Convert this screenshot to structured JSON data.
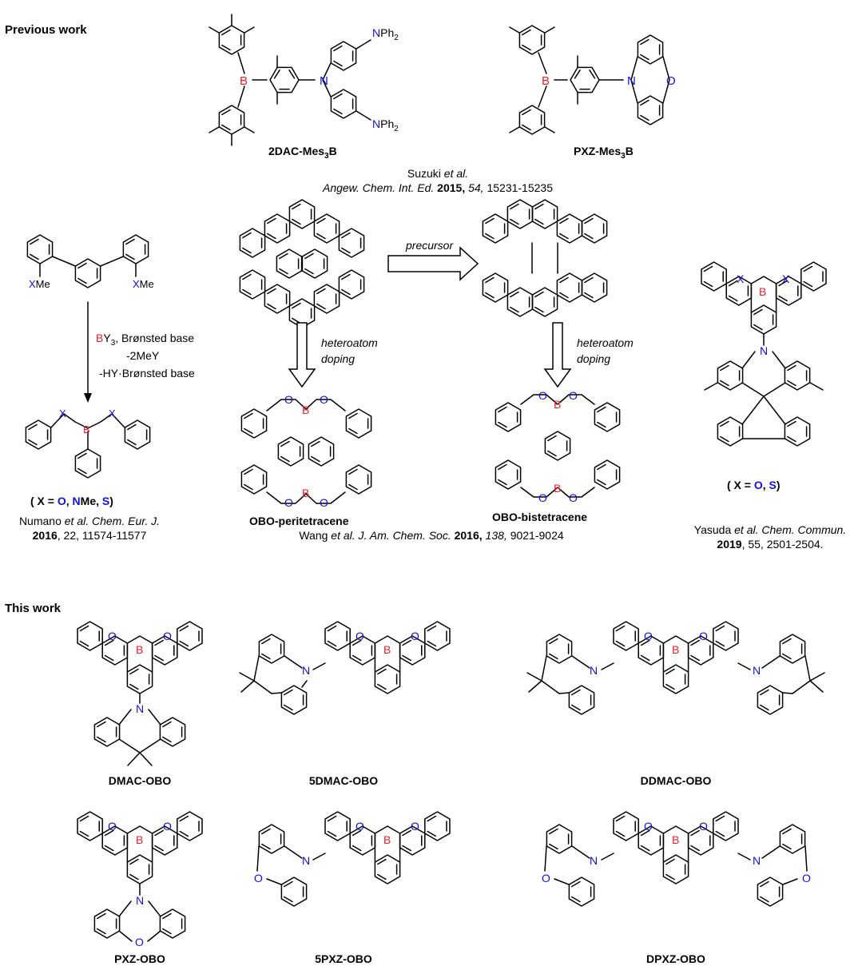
{
  "headings": {
    "previous_work": "Previous work",
    "this_work": "This work"
  },
  "atom_colors": {
    "boron": "#e8202a",
    "heteroatom": "#1010e0",
    "carbon_bond": "#000000"
  },
  "atoms": {
    "B": "B",
    "N": "N",
    "O": "O",
    "X": "X",
    "NPh2": "NPh",
    "sub2": "2",
    "sub3": "3",
    "XMe": "XMe"
  },
  "previous": {
    "compound1": {
      "name": "2DAC-Mes",
      "name_sub": "3",
      "name_tail": "B"
    },
    "compound2": {
      "name": "PXZ-Mes",
      "name_sub": "3",
      "name_tail": "B"
    },
    "ref_suzuki": {
      "authors": "Suzuki",
      "etal": " et al.",
      "journal": "Angew. Chem. Int. Ed.",
      "year": "2015,",
      "volume": "54,",
      "pages": "15231-15235"
    },
    "scheme_left": {
      "reagent_B": "B",
      "reagent_Y3": "Y",
      "reagent_sub": "3",
      "reagent_rest": ", Brønsted base",
      "step2": "-2MeY",
      "step3": "-HY·Brønsted base",
      "x_def_open": "( X = ",
      "x_O": "O",
      "x_comma1": ", ",
      "x_NMe_N": "N",
      "x_NMe_rest": "Me",
      "x_comma2": ", ",
      "x_S": "S",
      "x_close": ")"
    },
    "ref_numano": {
      "authors": "Numano",
      "etal": " et al. Chem. Eur. J.",
      "year": "2016",
      "rest": ", 22, 11574-11577"
    },
    "precursor_label": "precursor",
    "doping_label_1": "heteroatom",
    "doping_label_2": "doping",
    "obo_peritetracene": "OBO-peritetracene",
    "obo_bistetracene": "OBO-bistetracene",
    "ref_wang": {
      "authors": "Wang",
      "etal": " et al. J. Am. Chem. Soc.",
      "year": "2016,",
      "volume": "138,",
      "pages": "9021-9024"
    },
    "yasuda_x_def": {
      "open": "( X = ",
      "O": "O",
      "comma": ", ",
      "S": "S",
      "close": ")"
    },
    "ref_yasuda": {
      "authors": "Yasuda",
      "etal": " et al. Chem. Commun.",
      "year": "2019",
      "rest": ", 55, 2501-2504."
    }
  },
  "this_work": {
    "compounds": [
      "DMAC-OBO",
      "5DMAC-OBO",
      "DDMAC-OBO",
      "PXZ-OBO",
      "5PXZ-OBO",
      "DPXZ-OBO"
    ]
  }
}
